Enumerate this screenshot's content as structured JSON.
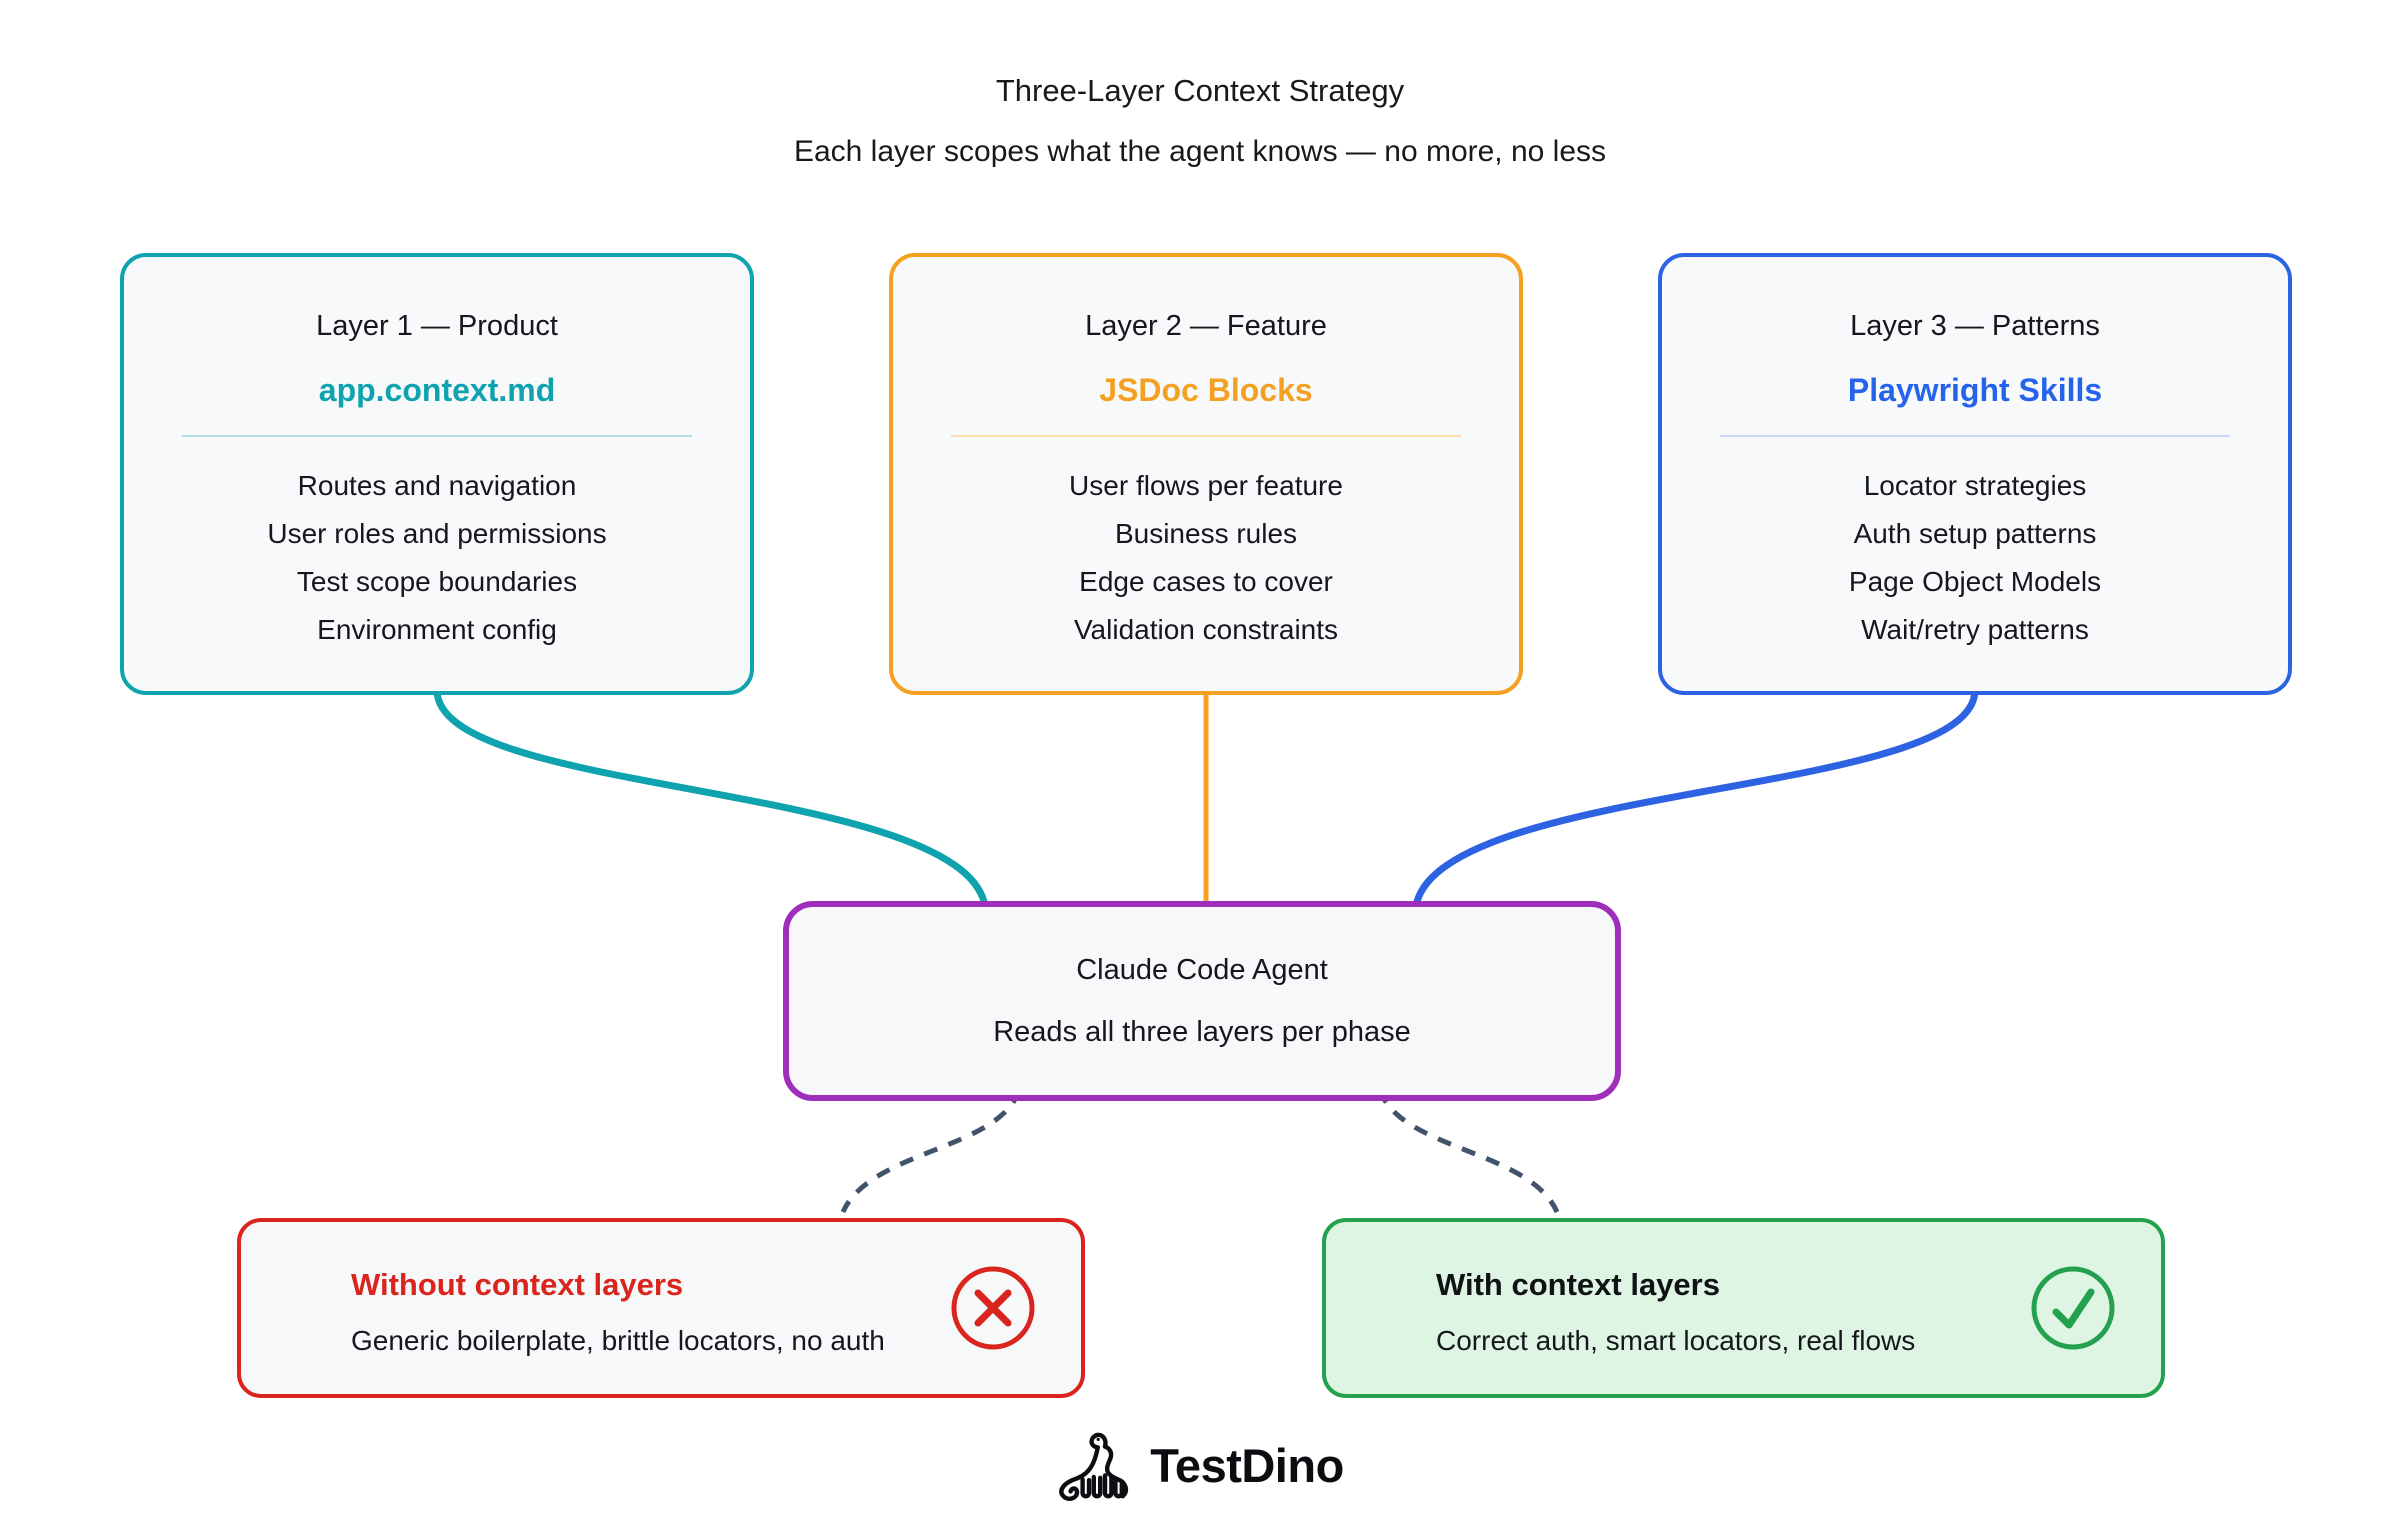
{
  "title": "Three-Layer Context Strategy",
  "subtitle": "Each layer scopes what the agent knows — no more, no less",
  "layers": [
    {
      "heading": "Layer 1 — Product",
      "artifact": "app.context.md",
      "accent": "#0fa2af",
      "items": [
        "Routes and navigation",
        "User roles and permissions",
        "Test scope boundaries",
        "Environment config"
      ]
    },
    {
      "heading": "Layer 2 — Feature",
      "artifact": "JSDoc Blocks",
      "accent": "#f5a021",
      "items": [
        "User flows per feature",
        "Business rules",
        "Edge cases to cover",
        "Validation constraints"
      ]
    },
    {
      "heading": "Layer 3 — Patterns",
      "artifact": "Playwright Skills",
      "accent": "#2563eb",
      "items": [
        "Locator strategies",
        "Auth setup patterns",
        "Page Object Models",
        "Wait/retry patterns"
      ]
    }
  ],
  "agent": {
    "title": "Claude Code Agent",
    "subtitle": "Reads all three layers per phase",
    "accent": "#9f2fbb"
  },
  "outcomes": {
    "without": {
      "heading": "Without context layers",
      "description": "Generic boilerplate, brittle locators, no auth",
      "icon": "x-circle-icon",
      "accent": "#d9251d"
    },
    "with": {
      "heading": "With context layers",
      "description": "Correct auth, smart locators, real flows",
      "icon": "check-circle-icon",
      "accent": "#23a14f",
      "background": "#def5e4"
    }
  },
  "brand": {
    "wordmark": "TestDino",
    "icon": "dinosaur-icon"
  },
  "connector_colors": {
    "product": "#0fa2af",
    "feature": "#f5a021",
    "patterns": "#2d63e2",
    "dashed": "#42546b"
  }
}
